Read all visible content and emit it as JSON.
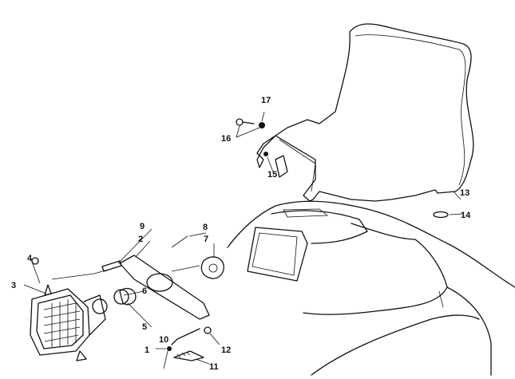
{
  "diagram": {
    "title": "Headlight and windshield assembly exploded view",
    "callouts": [
      "1",
      "2",
      "3",
      "4",
      "5",
      "6",
      "7",
      "8",
      "9",
      "10",
      "11",
      "12",
      "13",
      "14",
      "15",
      "16",
      "17"
    ]
  }
}
